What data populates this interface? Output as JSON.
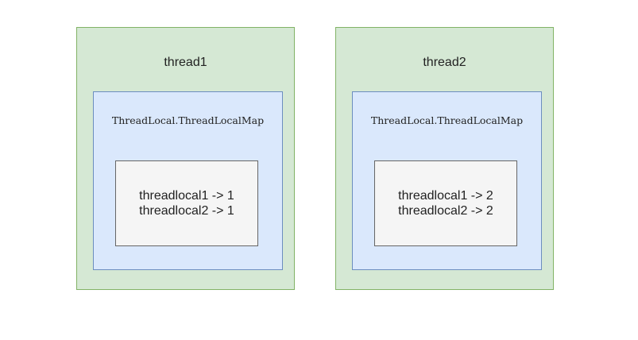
{
  "threads": [
    {
      "title": "thread1",
      "map_title": "ThreadLocal.ThreadLocalMap",
      "entries": [
        "threadlocal1 -> 1",
        "threadlocal2 -> 1"
      ]
    },
    {
      "title": "thread2",
      "map_title": "ThreadLocal.ThreadLocalMap",
      "entries": [
        "threadlocal1 -> 2",
        "threadlocal2 -> 2"
      ]
    }
  ],
  "colors": {
    "thread_fill": "#d5e8d4",
    "thread_border": "#82b366",
    "map_fill": "#dae8fc",
    "map_border": "#6c8ebf",
    "entries_fill": "#f5f5f5",
    "entries_border": "#666666"
  }
}
